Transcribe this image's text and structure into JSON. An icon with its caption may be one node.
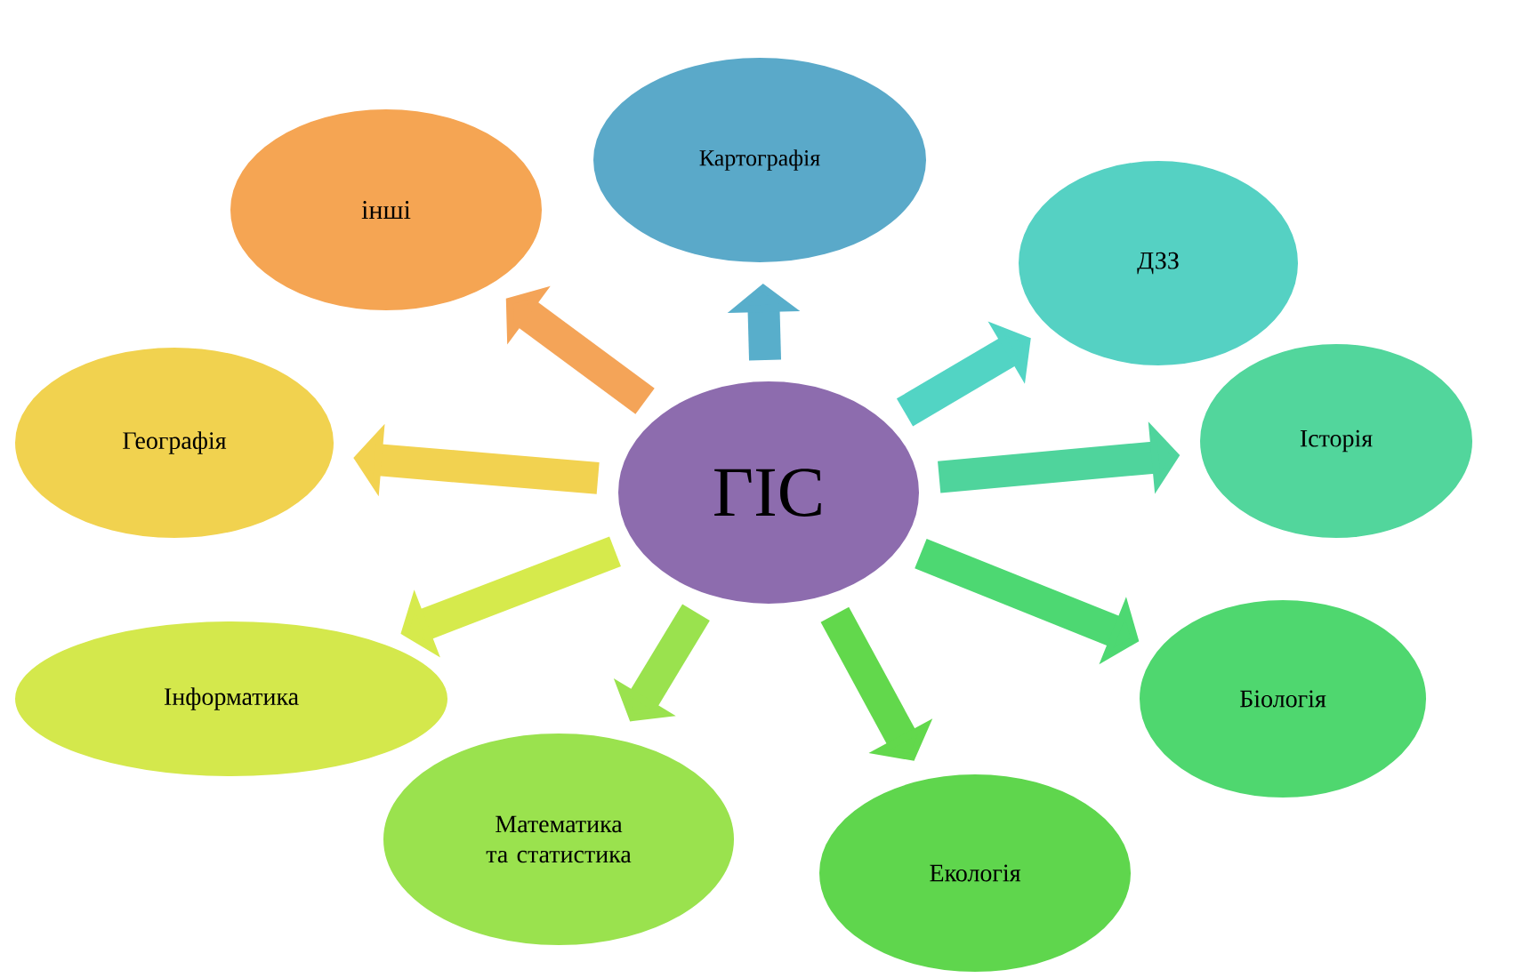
{
  "diagram": {
    "nodes": [
      {
        "text": [
          "ГІС"
        ]
      },
      {
        "text": [
          "Картографія"
        ]
      },
      {
        "text": [
          "ДЗЗ"
        ]
      },
      {
        "text": [
          "Історія"
        ]
      },
      {
        "text": [
          "Біологія"
        ]
      },
      {
        "text": [
          "Екологія"
        ]
      },
      {
        "text": [
          "Математика та статистика"
        ]
      },
      {
        "text": [
          "Інформатика"
        ]
      },
      {
        "text": [
          "Географія"
        ]
      },
      {
        "text": [
          "інші"
        ]
      }
    ],
    "edges": [
      {
        "from": 0,
        "to": 1,
        "arrow": "to",
        "color": "#58aecb"
      },
      {
        "from": 0,
        "to": 2,
        "arrow": "to",
        "color": "#52d4c4"
      },
      {
        "from": 0,
        "to": 3,
        "arrow": "to",
        "color": "#4fd49c"
      },
      {
        "from": 0,
        "to": 4,
        "arrow": "to",
        "color": "#4dd872"
      },
      {
        "from": 0,
        "to": 5,
        "arrow": "to",
        "color": "#62d84c"
      },
      {
        "from": 0,
        "to": 6,
        "arrow": "to",
        "color": "#9ae24e"
      },
      {
        "from": 0,
        "to": 7,
        "arrow": "to",
        "color": "#d6ea4c"
      },
      {
        "from": 0,
        "to": 8,
        "arrow": "to",
        "color": "#f2d250"
      },
      {
        "from": 0,
        "to": 9,
        "arrow": "to",
        "color": "#f4a458"
      }
    ]
  }
}
